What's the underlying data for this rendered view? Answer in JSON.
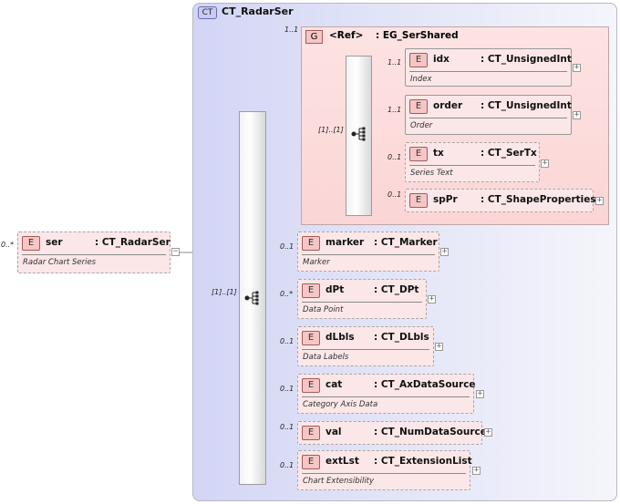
{
  "complex_type": {
    "badge": "CT",
    "name": "CT_RadarSer"
  },
  "root": {
    "badge": "E",
    "name": "ser",
    "type": ": CT_RadarSer",
    "description": "Radar Chart Series",
    "multiplicity": "0..*",
    "expand": "−"
  },
  "main_sequence": {
    "multiplicity": "[1]..[1]"
  },
  "group_ref": {
    "badge": "G",
    "label": "<Ref>",
    "type": ": EG_SerShared",
    "multiplicity": "1..1",
    "sequence_multiplicity": "[1]..[1]"
  },
  "group_elements": [
    {
      "badge": "E",
      "name": "idx",
      "type": ": CT_UnsignedInt",
      "description": "Index",
      "multiplicity": "1..1",
      "expand": "+"
    },
    {
      "badge": "E",
      "name": "order",
      "type": ": CT_UnsignedInt",
      "description": "Order",
      "multiplicity": "1..1",
      "expand": "+"
    },
    {
      "badge": "E",
      "name": "tx",
      "type": ": CT_SerTx",
      "description": "Series Text",
      "multiplicity": "0..1",
      "expand": "+"
    },
    {
      "badge": "E",
      "name": "spPr",
      "type": ": CT_ShapeProperties",
      "description": "",
      "multiplicity": "0..1",
      "expand": "+"
    }
  ],
  "elements": [
    {
      "badge": "E",
      "name": "marker",
      "type": ": CT_Marker",
      "description": "Marker",
      "multiplicity": "0..1",
      "expand": "+"
    },
    {
      "badge": "E",
      "name": "dPt",
      "type": ": CT_DPt",
      "description": "Data Point",
      "multiplicity": "0..*",
      "expand": "+"
    },
    {
      "badge": "E",
      "name": "dLbls",
      "type": ": CT_DLbls",
      "description": "Data Labels",
      "multiplicity": "0..1",
      "expand": "+"
    },
    {
      "badge": "E",
      "name": "cat",
      "type": ": CT_AxDataSource",
      "description": "Category Axis Data",
      "multiplicity": "0..1",
      "expand": "+"
    },
    {
      "badge": "E",
      "name": "val",
      "type": ": CT_NumDataSource",
      "description": "",
      "multiplicity": "0..1",
      "expand": "+"
    },
    {
      "badge": "E",
      "name": "extLst",
      "type": ": CT_ExtensionList",
      "description": "Chart Extensibility",
      "multiplicity": "0..1",
      "expand": "+"
    }
  ]
}
